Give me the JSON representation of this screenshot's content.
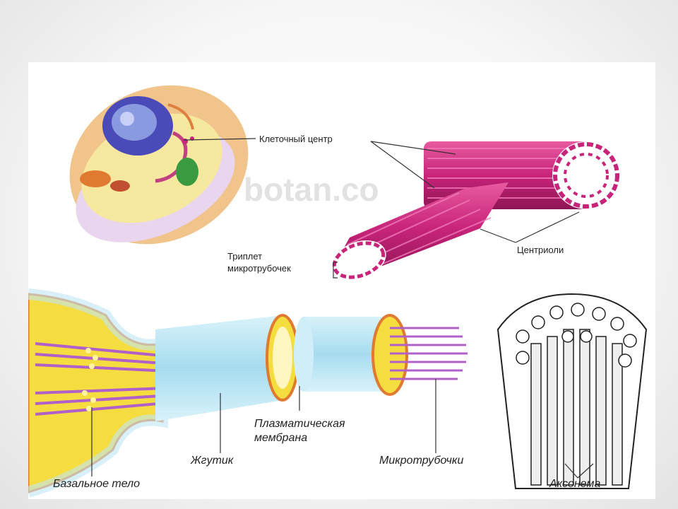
{
  "top": {
    "watermark": "botan.co",
    "label_cell_center": "Клеточный центр",
    "label_triplet_line1": "Триплет",
    "label_triplet_line2": "микротрубочек",
    "label_centrioles": "Центриоли"
  },
  "bottom": {
    "label_basal_body": "Базальное тело",
    "label_flagellum": "Жгутик",
    "label_membrane_line1": "Плазматическая",
    "label_membrane_line2": "мембрана",
    "label_microtubules": "Микротрубочки",
    "label_axoneme": "Аксонема"
  },
  "colors": {
    "centriole": "#c8247a",
    "membrane_blue": "#bfe6f3",
    "basal_yellow": "#f5dd40",
    "tubule_purple": "#b060c8"
  }
}
